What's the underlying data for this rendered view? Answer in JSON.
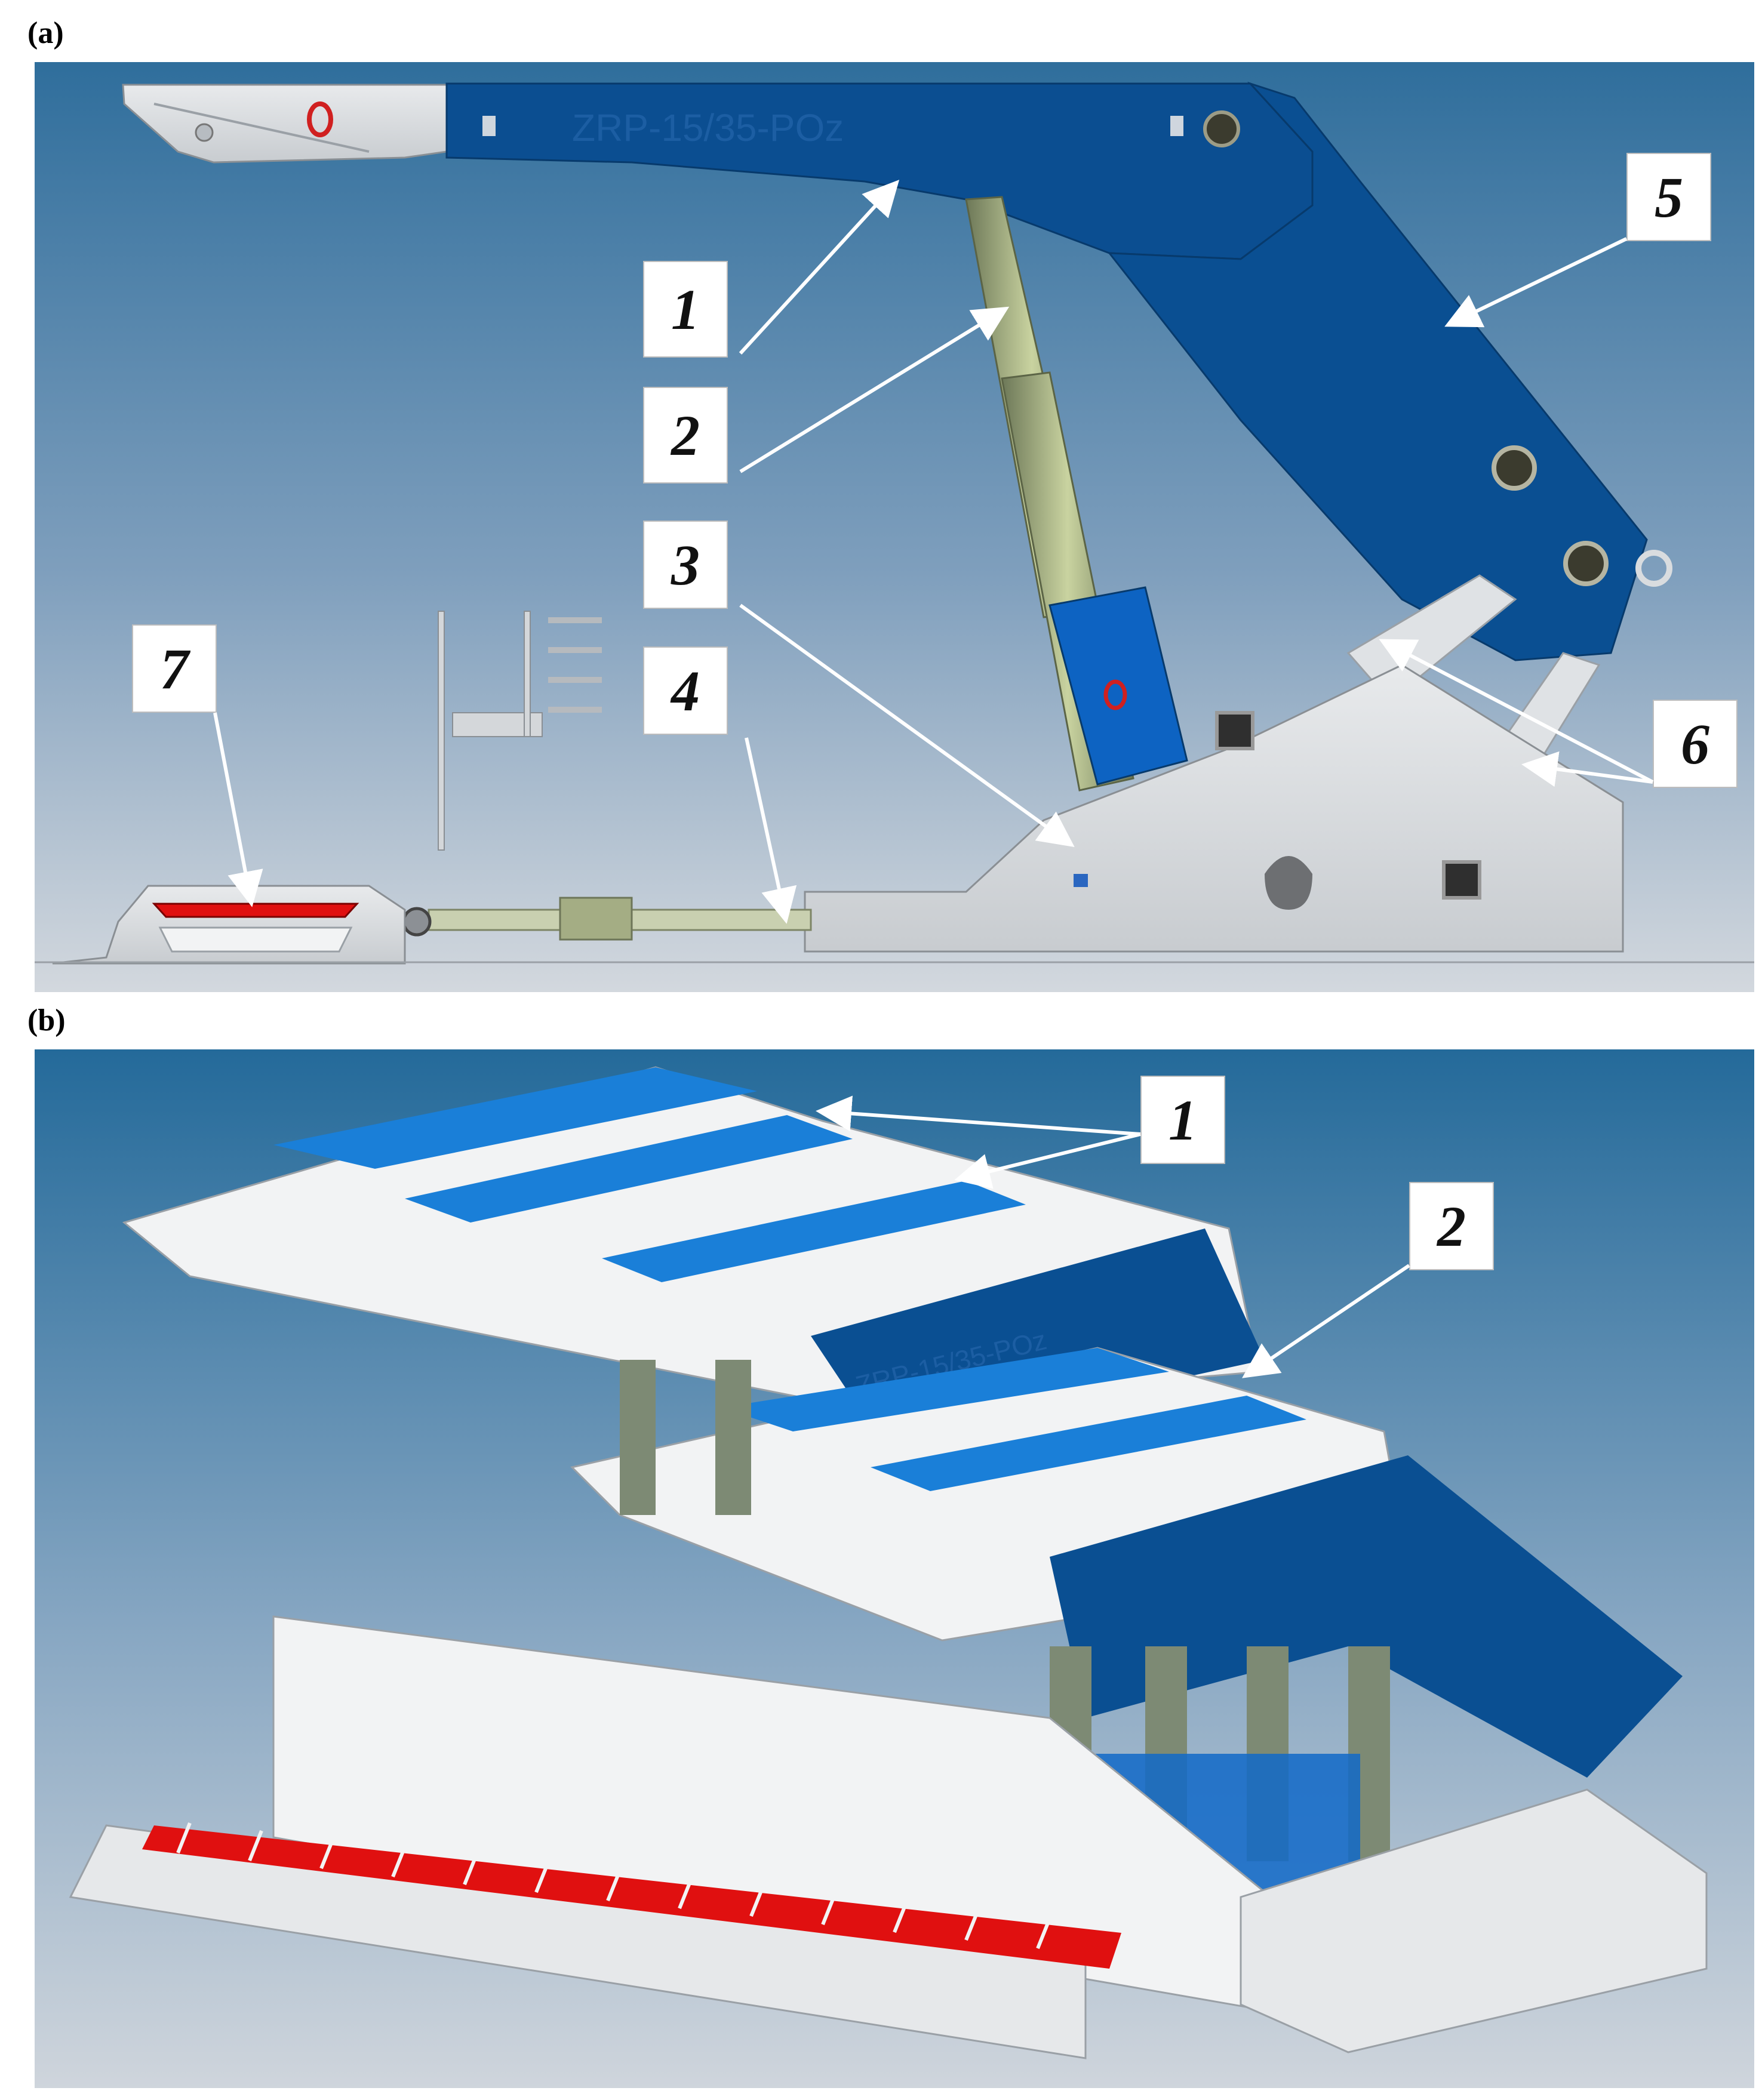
{
  "figure": {
    "panels": [
      {
        "label": "(a)",
        "model_marking": "ZRP-15/35-POz",
        "callouts": [
          "1",
          "2",
          "3",
          "4",
          "5",
          "6",
          "7"
        ]
      },
      {
        "label": "(b)",
        "model_marking": "ZRP-15/35-POz",
        "callouts": [
          "1",
          "2"
        ]
      }
    ]
  },
  "colors": {
    "background_top": "#2e6e9a",
    "background_bottom": "#c4ccd4",
    "machine_blue": "#0a4f92",
    "accent_blue": "#1a7fd8",
    "steel_gray": "#d9dcdf",
    "cylinder_green": "#9aa86a",
    "highlight_red": "#e01010",
    "callout_box": "#ffffff"
  }
}
